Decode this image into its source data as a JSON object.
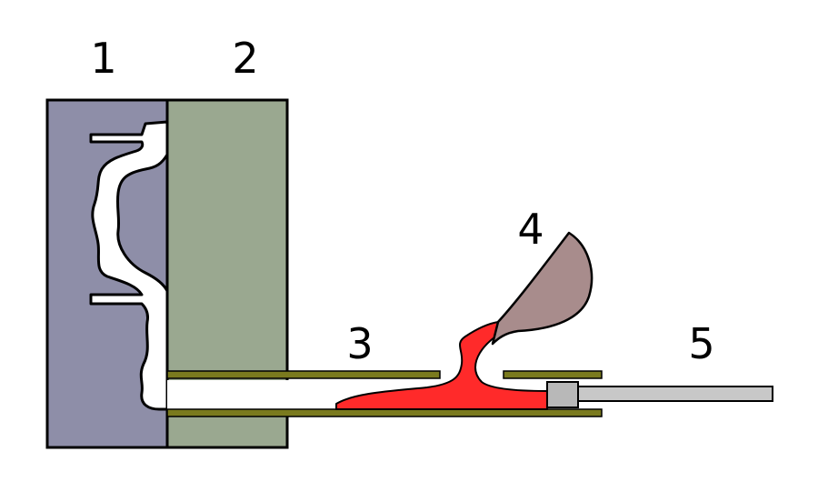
{
  "labels": {
    "part1": "1",
    "part2": "2",
    "part3": "3",
    "part4": "4",
    "part5": "5"
  },
  "colors": {
    "fixed_die": "#8e8ea8",
    "ejector_die": "#9aa890",
    "shot_sleeve": "#7a7a1e",
    "molten_metal": "#ff2a2a",
    "ladle": "#a88c8c",
    "plunger": "#b8b8b8",
    "plunger_rod": "#c8c8c8",
    "outline": "#000000"
  }
}
